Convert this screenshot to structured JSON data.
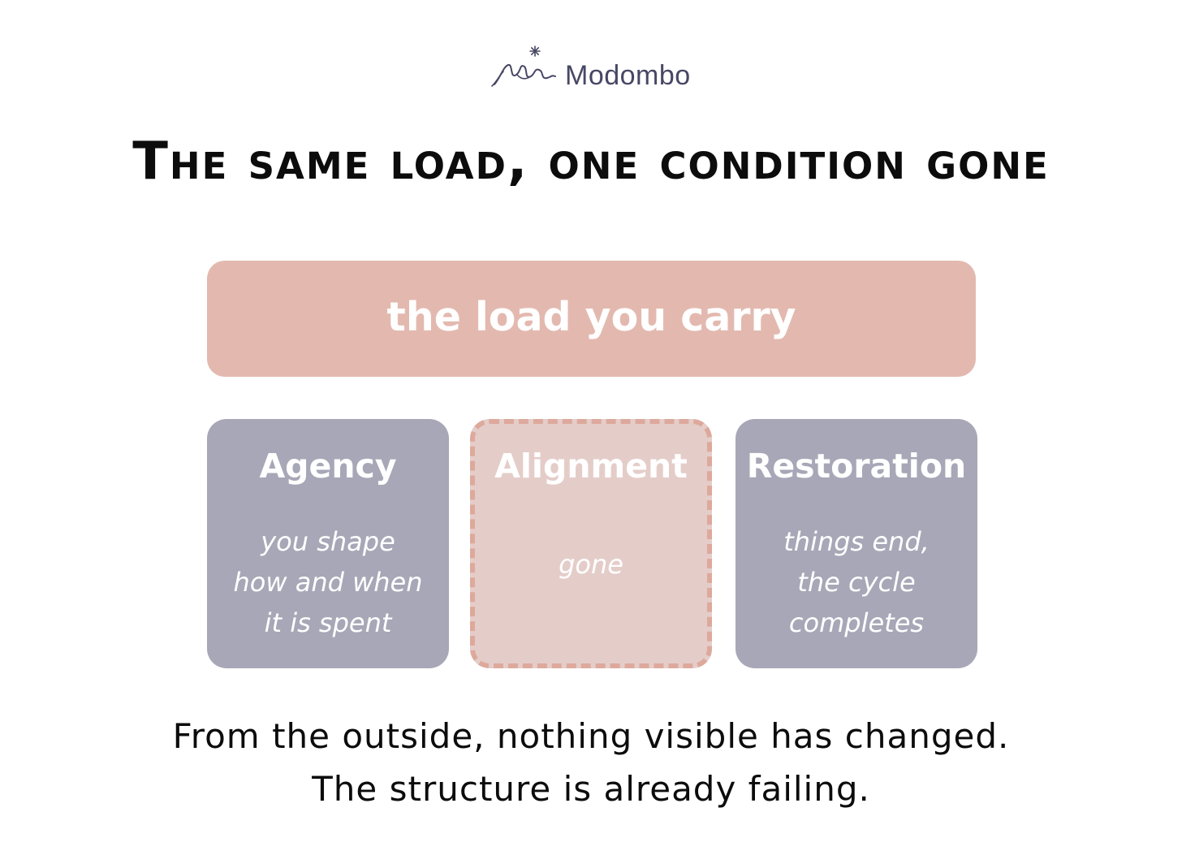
{
  "brand": {
    "name": "Modombo"
  },
  "title": "The same load, one condition gone",
  "load": {
    "label": "the load you carry"
  },
  "conditions": [
    {
      "title": "Agency",
      "description": "you shape\nhow and when\nit is spent",
      "state": "present"
    },
    {
      "title": "Alignment",
      "description": "gone",
      "state": "gone"
    },
    {
      "title": "Restoration",
      "description": "things end,\nthe cycle\ncompletes",
      "state": "present"
    }
  ],
  "footer": {
    "line1": "From the outside, nothing visible has changed.",
    "line2": "The structure is already failing."
  },
  "colors": {
    "load": "#e3b9af",
    "present_card": "#a8a7b7",
    "gone_card": "#e4cdc9",
    "gone_border": "#dda99c",
    "brand_text": "#474765"
  }
}
